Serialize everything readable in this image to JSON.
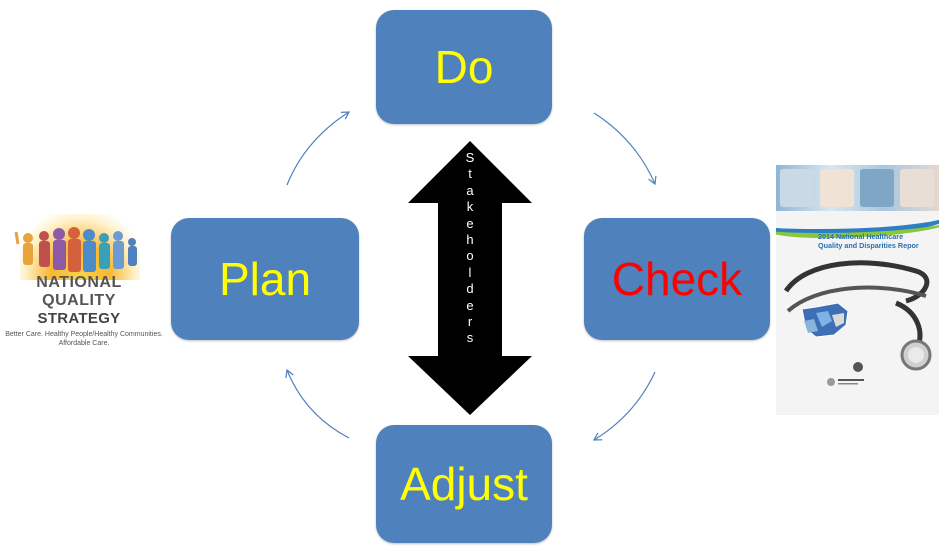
{
  "diagram": {
    "nodes": {
      "do": "Do",
      "plan": "Plan",
      "check": "Check",
      "adjust": "Adjust"
    },
    "center_label_letters": [
      "S",
      "t",
      "a",
      "k",
      "e",
      "h",
      "o",
      "l",
      "d",
      "e",
      "r",
      "s"
    ],
    "colors": {
      "box_fill": "#4f81bd",
      "node_text": "#ffff00",
      "check_text": "#ff0000",
      "arrow_stroke": "#4f81bd",
      "center_arrow": "#000000"
    }
  },
  "nqs_logo": {
    "line1": "NATIONAL",
    "line2": "QUALITY",
    "line3": "STRATEGY",
    "tagline": "Better Care. Healthy People/Healthy Communities. Affordable Care."
  },
  "report_cover": {
    "title_line1": "2014 National Healthcare",
    "title_line2": "Quality and Disparities Repor"
  }
}
